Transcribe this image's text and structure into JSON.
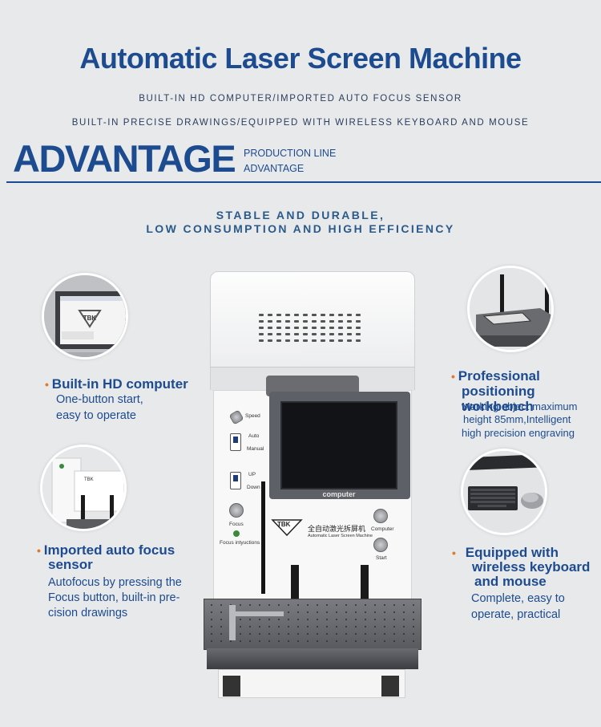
{
  "header": {
    "title": "Automatic Laser Screen Machine",
    "line1": "BUILT-IN HD COMPUTER/IMPORTED AUTO FOCUS SENSOR",
    "line2": "BUILT-IN PRECISE DRAWINGS/EQUIPPED WITH WIRELESS KEYBOARD AND MOUSE"
  },
  "advantage": {
    "title": "ADVANTAGE",
    "sub1": "PRODUCTION LINE",
    "sub2": "ADVANTAGE"
  },
  "tagline": {
    "line1": "STABLE AND DURABLE,",
    "line2": "LOW CONSUMPTION AND HIGH EFFICIENCY"
  },
  "features": {
    "hd": {
      "heading": "Built-in HD computer",
      "text1": "One-button start,",
      "text2": "easy to operate"
    },
    "focus": {
      "heading1": "Imported auto focus",
      "heading2": "sensor",
      "text1": "Autofocus by pressing the",
      "text2": "Focus button, built-in pre-",
      "text3": "cision drawings"
    },
    "workbench": {
      "heading1": "Professional",
      "heading2": "positioning workbench",
      "text1": "Marking object maximum",
      "text2": "height 85mm,Intelligent",
      "text3": "high precision engraving"
    },
    "keyboard": {
      "heading1": "Equipped with",
      "heading2": "wireless keyboard",
      "heading3": "and mouse",
      "text1": "Complete, easy to",
      "text2": "operate, practical"
    }
  },
  "machine": {
    "screen_label": "computer",
    "logo": "TBK",
    "brand_cn": "全自动激光拆屏机",
    "brand_en": "Automatic Laser Screen Machine",
    "controls": {
      "speed": "Speed",
      "auto": "Auto",
      "manual": "Manual",
      "up": "UP",
      "down": "Down",
      "focus": "Focus",
      "focus_indications": "Focus intyuctions",
      "computer": "Computer",
      "start": "Start"
    }
  },
  "colors": {
    "brand_blue": "#1d4b8f",
    "accent_orange": "#e07a2a",
    "background": "#e8e9eb"
  }
}
